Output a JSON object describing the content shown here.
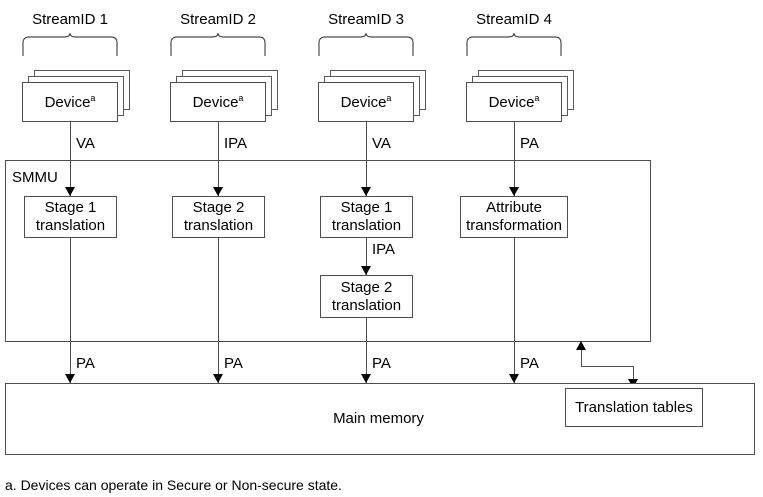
{
  "figure": {
    "footnote": "a. Devices can operate in Secure or Non-secure state.",
    "smmu_label": "SMMU",
    "main_memory_label": "Main memory",
    "translation_tables_label": "Translation tables",
    "device_label": "Device",
    "device_superscript": "a",
    "stroke_color": "#4d4d4d",
    "arrow_color": "#000000",
    "background_color": "#ffffff"
  },
  "columns": [
    {
      "stream_id_label": "StreamID 1",
      "input_label": "VA",
      "output_label": "PA",
      "stages": [
        {
          "line1": "Stage 1",
          "line2": "translation"
        }
      ],
      "intermediate_label": ""
    },
    {
      "stream_id_label": "StreamID 2",
      "input_label": "IPA",
      "output_label": "PA",
      "stages": [
        {
          "line1": "Stage 2",
          "line2": "translation"
        }
      ],
      "intermediate_label": ""
    },
    {
      "stream_id_label": "StreamID 3",
      "input_label": "VA",
      "output_label": "PA",
      "stages": [
        {
          "line1": "Stage 1",
          "line2": "translation"
        },
        {
          "line1": "Stage 2",
          "line2": "translation"
        }
      ],
      "intermediate_label": "IPA"
    },
    {
      "stream_id_label": "StreamID 4",
      "input_label": "PA",
      "output_label": "PA",
      "stages": [
        {
          "line1": "Attribute",
          "line2": "transformation"
        }
      ],
      "intermediate_label": ""
    }
  ]
}
